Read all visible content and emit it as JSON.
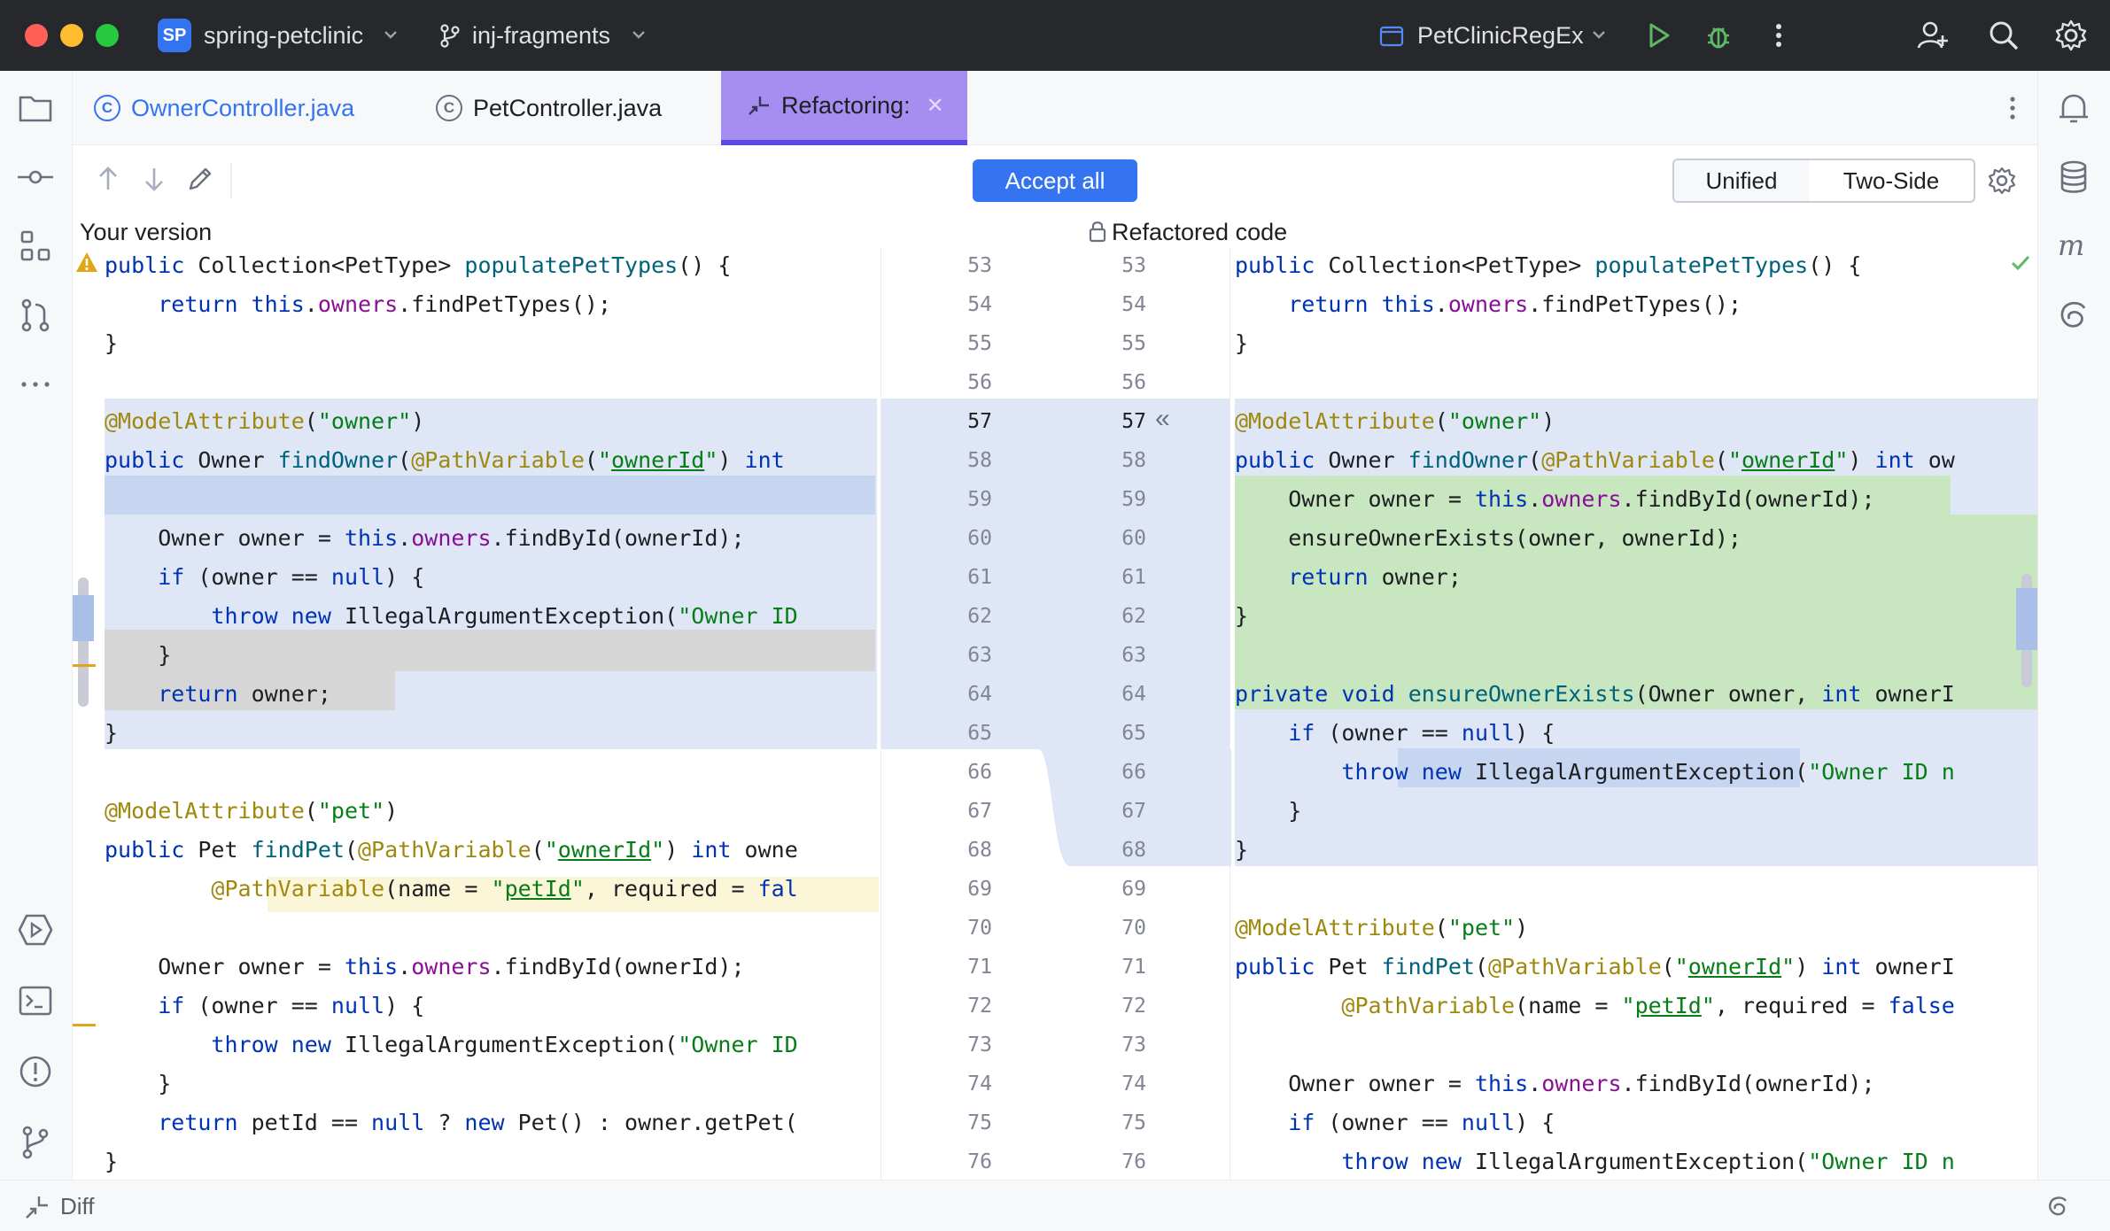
{
  "window": {
    "project_badge": "SP",
    "project_name": "spring-petclinic",
    "branch": "inj-fragments",
    "run_config": "PetClinicRegEx"
  },
  "tabs": [
    {
      "label": "OwnerController.java",
      "icon": "java-class-icon",
      "active": false
    },
    {
      "label": "PetController.java",
      "icon": "java-class-icon",
      "active": false
    },
    {
      "label": "Refactoring:",
      "icon": "refactoring-icon",
      "active": true
    }
  ],
  "toolbar": {
    "accept_all": "Accept all",
    "unified": "Unified",
    "two_side": "Two-Side",
    "mode_selected": "Unified"
  },
  "diff": {
    "left_title": "Your version",
    "right_title": "Refactored code",
    "left_numbers": [
      "53",
      "54",
      "55",
      "56",
      "57",
      "58",
      "59",
      "60",
      "61",
      "62",
      "63",
      "64",
      "65",
      "66",
      "67",
      "68",
      "69",
      "70",
      "71",
      "72",
      "73",
      "74",
      "75",
      "76"
    ],
    "right_numbers": [
      "53",
      "54",
      "55",
      "56",
      "57",
      "58",
      "59",
      "60",
      "61",
      "62",
      "63",
      "64",
      "65",
      "66",
      "67",
      "68",
      "69",
      "70",
      "71",
      "72",
      "73",
      "74",
      "75",
      "76"
    ],
    "left_lines": [
      "public Collection<PetType> populatePetTypes() {",
      "    return this.owners.findPetTypes();",
      "}",
      "",
      "@ModelAttribute(\"owner\")",
      "public Owner findOwner(@PathVariable(\"ownerId\") int",
      "",
      "    Owner owner = this.owners.findById(ownerId);",
      "    if (owner == null) {",
      "        throw new IllegalArgumentException(\"Owner ID",
      "    }",
      "    return owner;",
      "}",
      "",
      "@ModelAttribute(\"pet\")",
      "public Pet findPet(@PathVariable(\"ownerId\") int owne",
      "        @PathVariable(name = \"petId\", required = fal",
      "",
      "    Owner owner = this.owners.findById(ownerId);",
      "    if (owner == null) {",
      "        throw new IllegalArgumentException(\"Owner ID",
      "    }",
      "    return petId == null ? new Pet() : owner.getPet(",
      "}"
    ],
    "right_lines": [
      "public Collection<PetType> populatePetTypes() {",
      "    return this.owners.findPetTypes();",
      "}",
      "",
      "@ModelAttribute(\"owner\")",
      "public Owner findOwner(@PathVariable(\"ownerId\") int ow",
      "    Owner owner = this.owners.findById(ownerId);",
      "    ensureOwnerExists(owner, ownerId);",
      "    return owner;",
      "}",
      "",
      "private void ensureOwnerExists(Owner owner, int ownerI",
      "    if (owner == null) {",
      "        throw new IllegalArgumentException(\"Owner ID n",
      "    }",
      "}",
      "",
      "@ModelAttribute(\"pet\")",
      "public Pet findPet(@PathVariable(\"ownerId\") int ownerI",
      "        @PathVariable(name = \"petId\", required = false",
      "",
      "    Owner owner = this.owners.findById(ownerId);",
      "    if (owner == null) {",
      "        throw new IllegalArgumentException(\"Owner ID n"
    ]
  },
  "status": {
    "label": "Diff"
  },
  "colors": {
    "accent": "#3574f0",
    "changed_block": "#dfe7f7",
    "changed_line": "#c6d6f0",
    "inserted": "#c8e6c0",
    "deleted": "#d6d6d6",
    "refactor_tab": "#a68df0",
    "keyword": "#0033b3",
    "annotation": "#9e880d",
    "string": "#067d17",
    "warning": "#e0a615"
  }
}
